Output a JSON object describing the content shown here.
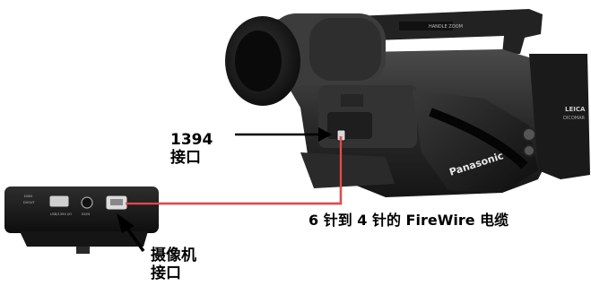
{
  "labels": {
    "port_1394_line1": "1394",
    "port_1394_line2": "接口",
    "cable": "6 针到 4 针的 FireWire 电缆",
    "camera_port_line1": "摄像机",
    "camera_port_line2": "接口"
  },
  "device_markings": {
    "camera_brand": "Panasonic",
    "lens_brand": "LEICA",
    "lens_model": "DICOMAR",
    "handle_zoom": "HANDLE ZOOM",
    "dock_port_left": "USB/1394 I/O",
    "dock_port_mid": "DCIN",
    "dock_top_labels": [
      "DVIN",
      "DVOUT"
    ]
  },
  "colors": {
    "cable": "#d01818",
    "arrow": "#000000",
    "camera_body": "#2a2a2a",
    "dock_body": "#1c1c1c"
  },
  "icons": [
    "arrow-left-icon",
    "arrow-up-left-icon"
  ]
}
